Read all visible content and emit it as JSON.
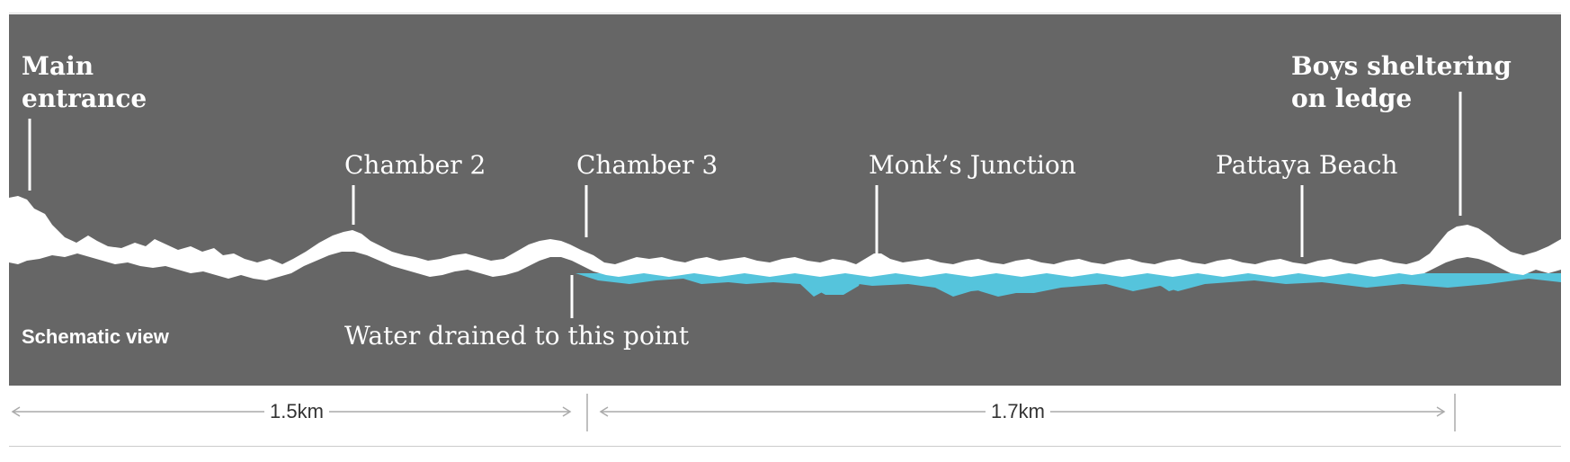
{
  "labels": {
    "main_entrance": "Main\nentrance",
    "chamber_2": "Chamber 2",
    "chamber_3": "Chamber 3",
    "monks_junction": "Monk’s Junction",
    "pattaya_beach": "Pattaya Beach",
    "boys_sheltering": "Boys sheltering\non ledge",
    "water_drained": "Water drained to this point",
    "view_note": "Schematic view"
  },
  "scale": {
    "segment_1": "1.5km",
    "segment_2": "1.7km"
  },
  "colors": {
    "background": "#666666",
    "cave": "#ffffff",
    "water": "#55c4dc"
  }
}
